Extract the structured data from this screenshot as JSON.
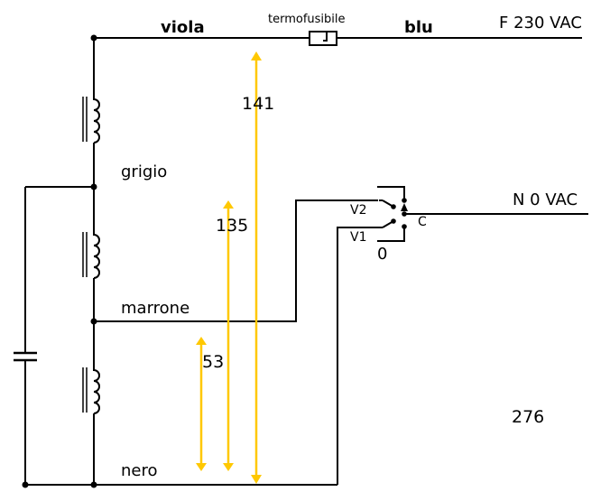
{
  "diagram": {
    "type": "electrical-schematic",
    "supply": {
      "phase_label": "F 230 VAC",
      "neutral_label": "N 0 VAC"
    },
    "wire_labels": {
      "viola": "viola",
      "blu": "blu",
      "grigio": "grigio",
      "marrone": "marrone",
      "nero": "nero"
    },
    "components": {
      "fuse_label": "termofusibile",
      "switch": {
        "v2": "V2",
        "v1": "V1",
        "off": "0",
        "common": "C"
      }
    },
    "measurements": [
      {
        "label": "141",
        "between": [
          "viola",
          "nero"
        ]
      },
      {
        "label": "135",
        "between": [
          "grigio",
          "nero"
        ]
      },
      {
        "label": "53",
        "between": [
          "marrone",
          "nero"
        ]
      }
    ],
    "total_label": "276",
    "colors": {
      "wire": "#000000",
      "measurement_arrow": "#ffc800"
    }
  }
}
